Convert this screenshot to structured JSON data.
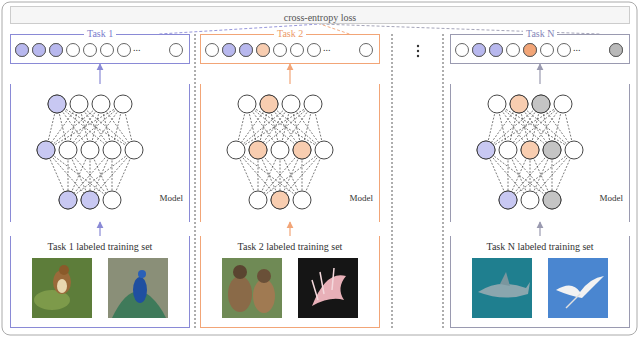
{
  "diagram": {
    "nodes": [
      {
        "text": [
          "cross-entropy loss"
        ]
      },
      {
        "text": [
          "Task 1"
        ]
      },
      {
        "text": [
          "Model"
        ]
      },
      {
        "text": [
          "Task 1 labeled training set"
        ]
      },
      {
        "text": [
          "Task 2"
        ]
      },
      {
        "text": [
          "Model"
        ]
      },
      {
        "text": [
          "Task 2 labeled training set"
        ]
      },
      {
        "text": [
          "Task N"
        ]
      },
      {
        "text": [
          "Model"
        ]
      },
      {
        "text": [
          "Task N labeled training set"
        ]
      }
    ],
    "edges": [
      {
        "from": 3,
        "to": 2,
        "arrow": "to"
      },
      {
        "from": 2,
        "to": 1,
        "arrow": "to"
      },
      {
        "from": 1,
        "to": 0,
        "arrow": "none"
      },
      {
        "from": 6,
        "to": 5,
        "arrow": "to"
      },
      {
        "from": 5,
        "to": 4,
        "arrow": "to"
      },
      {
        "from": 4,
        "to": 0,
        "arrow": "none"
      },
      {
        "from": 9,
        "to": 8,
        "arrow": "to"
      },
      {
        "from": 8,
        "to": 7,
        "arrow": "to"
      },
      {
        "from": 7,
        "to": 0,
        "arrow": "none"
      }
    ],
    "labels": [
      "...",
      "...",
      "..."
    ]
  }
}
